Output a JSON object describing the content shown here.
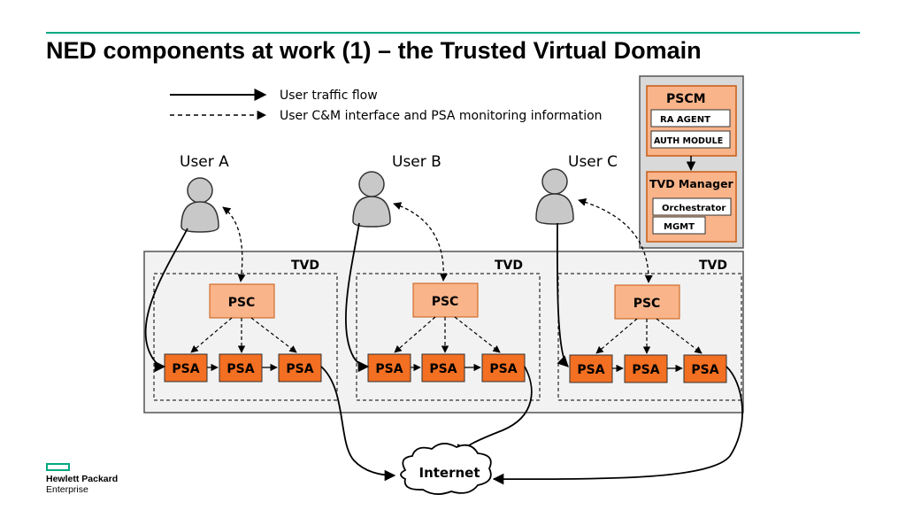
{
  "title": "NED components at work (1) – the Trusted Virtual Domain",
  "legend": {
    "solid_label": "User traffic flow",
    "dashed_label": "User C&M interface and PSA monitoring information"
  },
  "users": [
    {
      "label": "User A"
    },
    {
      "label": "User B"
    },
    {
      "label": "User C"
    }
  ],
  "tvd_label": "TVD",
  "psc_label": "PSC",
  "psa_label": "PSA",
  "pscm": {
    "title": "PSCM",
    "ra_agent": "RA AGENT",
    "auth_module": "AUTH MODULE",
    "tvd_manager": "TVD Manager",
    "orchestrator": "Orchestrator",
    "mgmt": "MGMT"
  },
  "internet_label": "Internet",
  "logo": {
    "line1": "Hewlett Packard",
    "line2": "Enterprise"
  },
  "colors": {
    "accent": "#01a982",
    "psa": "#f36f21",
    "psc": "#f9b48a",
    "pscm_inner": "#f9b48a",
    "pscm_bg": "#d9d9d9",
    "tvd_bg": "#f2f2f2",
    "user": "#c8c8c8"
  }
}
